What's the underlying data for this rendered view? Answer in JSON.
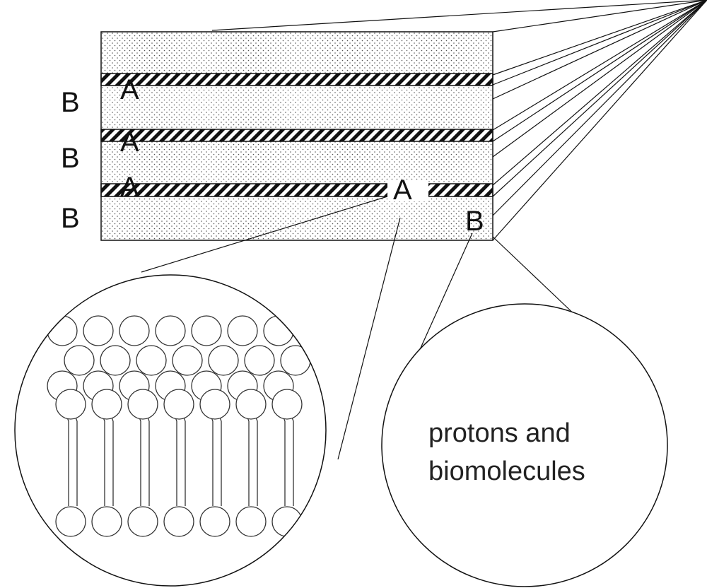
{
  "labels": {
    "membrane_layer": "A",
    "aqueous_layer": "B"
  },
  "zoom_water_text": [
    "protons and",
    "biomolecules"
  ],
  "colors": {
    "ink": "#111111",
    "stipple_dot": "#555555",
    "hatch": "#111111",
    "background": "#ffffff"
  }
}
